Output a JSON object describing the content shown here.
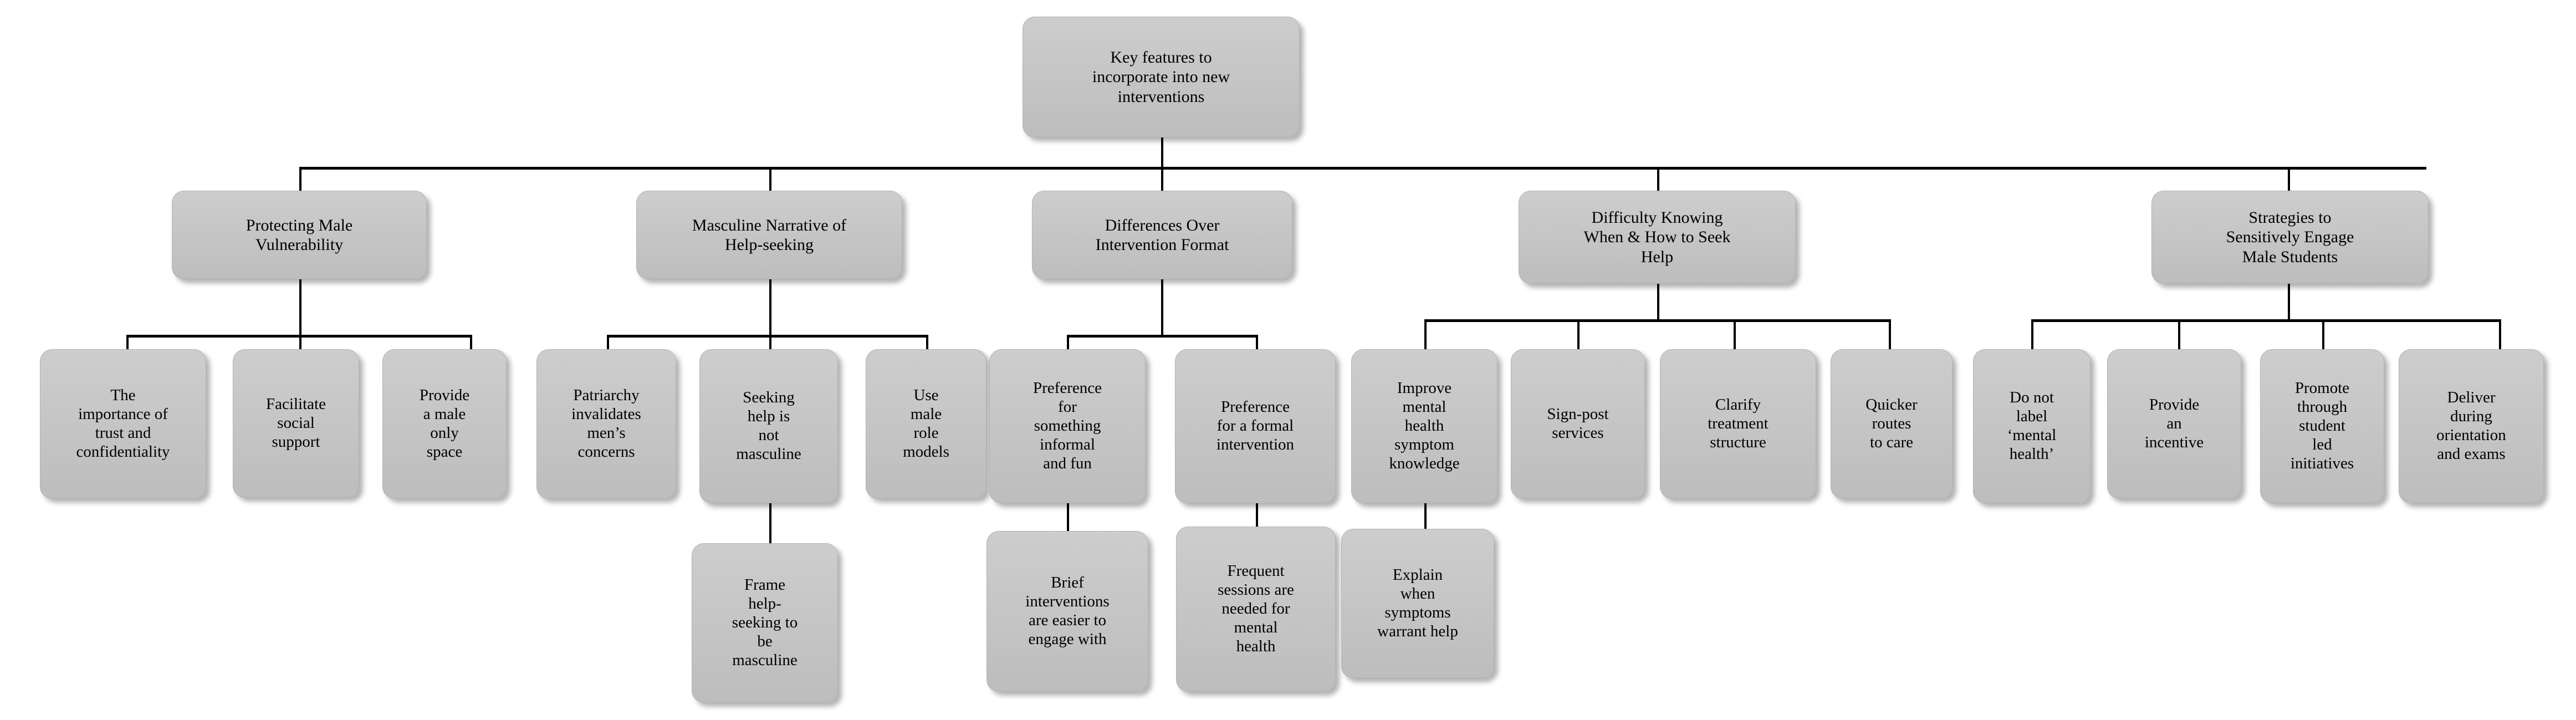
{
  "diagram": {
    "title": "Key features to incorporate into new interventions",
    "type": "hierarchical-tree",
    "node_fill_color": "#c6c6c6",
    "node_border_color": "#b2b2b2",
    "connector_color": "#000000",
    "background_color": "#ffffff",
    "text_color": "#000000",
    "levels": 4
  },
  "root": {
    "id": "root",
    "label": "Key features to\nincorporate into new\ninterventions"
  },
  "themes": [
    {
      "id": "theme-protecting-male-vulnerability",
      "label": "Protecting Male\nVulnerability",
      "children": [
        {
          "id": "leaf-trust-confidentiality",
          "label": "The\nimportance of\ntrust and\nconfidentiality",
          "children": []
        },
        {
          "id": "leaf-facilitate-social-support",
          "label": "Facilitate\nsocial\nsupport",
          "children": []
        },
        {
          "id": "leaf-male-only-space",
          "label": "Provide\na male\nonly\nspace",
          "children": []
        }
      ]
    },
    {
      "id": "theme-masculine-narrative",
      "label": "Masculine Narrative of\nHelp-seeking",
      "children": [
        {
          "id": "leaf-patriarchy-invalidates",
          "label": "Patriarchy\ninvalidates\nmen’s\nconcerns",
          "children": []
        },
        {
          "id": "leaf-seeking-help-not-masculine",
          "label": "Seeking\nhelp is\nnot\nmasculine",
          "children": [
            {
              "id": "subleaf-frame-help-seeking-masculine",
              "label": "Frame\nhelp-\nseeking to\nbe\nmasculine"
            }
          ]
        },
        {
          "id": "leaf-male-role-models",
          "label": "Use\nmale\nrole\nmodels",
          "children": []
        }
      ]
    },
    {
      "id": "theme-differences-intervention-format",
      "label": "Differences Over\nIntervention Format",
      "children": [
        {
          "id": "leaf-preference-informal-fun",
          "label": "Preference\nfor\nsomething\ninformal\nand fun",
          "children": [
            {
              "id": "subleaf-brief-interventions",
              "label": "Brief\ninterventions\nare easier to\nengage with"
            }
          ]
        },
        {
          "id": "leaf-preference-formal-intervention",
          "label": "Preference\nfor a formal\nintervention",
          "children": [
            {
              "id": "subleaf-frequent-sessions",
              "label": "Frequent\nsessions are\nneeded for\nmental\nhealth"
            }
          ]
        }
      ]
    },
    {
      "id": "theme-difficulty-knowing",
      "label": "Difficulty Knowing\nWhen & How to Seek\nHelp",
      "children": [
        {
          "id": "leaf-improve-symptom-knowledge",
          "label": "Improve\nmental\nhealth\nsymptom\nknowledge",
          "children": [
            {
              "id": "subleaf-explain-symptoms-warrant-help",
              "label": "Explain\nwhen\nsymptoms\nwarrant help"
            }
          ]
        },
        {
          "id": "leaf-sign-post-services",
          "label": "Sign-post\nservices",
          "children": []
        },
        {
          "id": "leaf-clarify-treatment-structure",
          "label": "Clarify\ntreatment\nstructure",
          "children": []
        },
        {
          "id": "leaf-quicker-routes-to-care",
          "label": "Quicker\nroutes\nto care",
          "children": []
        }
      ]
    },
    {
      "id": "theme-strategies-engage-male-students",
      "label": "Strategies to\nSensitively Engage\nMale Students",
      "children": [
        {
          "id": "leaf-do-not-label-mental-health",
          "label": "Do not\nlabel\n‘mental\nhealth’",
          "children": []
        },
        {
          "id": "leaf-provide-an-incentive",
          "label": "Provide\nan\nincentive",
          "children": []
        },
        {
          "id": "leaf-promote-student-led",
          "label": "Promote\nthrough\nstudent\nled\ninitiatives",
          "children": []
        },
        {
          "id": "leaf-deliver-orientation-exams",
          "label": "Deliver\nduring\norientation\nand exams",
          "children": []
        }
      ]
    }
  ]
}
